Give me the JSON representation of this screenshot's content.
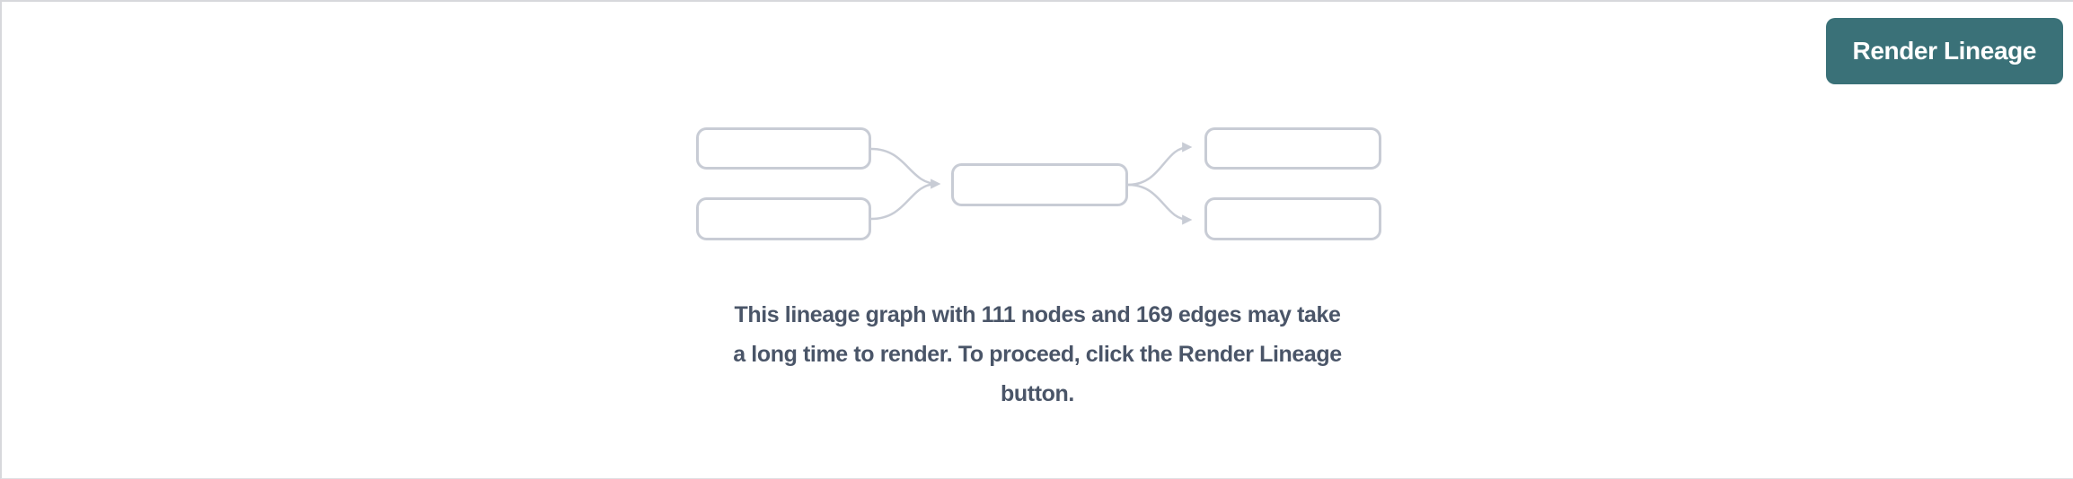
{
  "header": {
    "render_button_label": "Render Lineage"
  },
  "empty_state": {
    "message_lines": [
      "This lineage graph with 111 nodes and 169 edges may take",
      "a long time to render. To proceed, click the Render Lineage",
      "button."
    ],
    "full_message": "This lineage graph with 111 nodes and 169 edges may take a long time to render. To proceed, click the Render Lineage button.",
    "node_count": "111",
    "edge_count": "169"
  },
  "colors": {
    "button_bg": "#3a7178",
    "button_text": "#ffffff",
    "diagram_stroke": "#c8ccd5",
    "message_text": "#4a5568",
    "panel_border": "#d7d8dc",
    "background": "#ffffff"
  }
}
